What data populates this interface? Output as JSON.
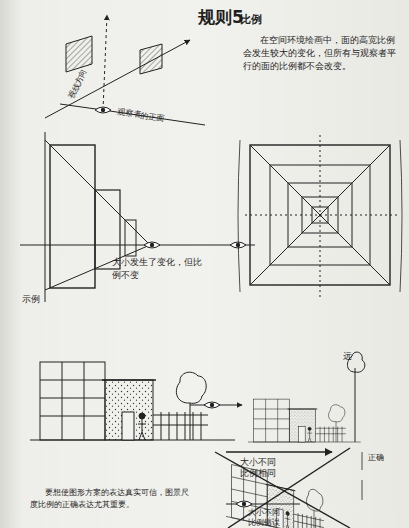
{
  "diagram": {
    "title": "规则5",
    "labels": [
      "比例",
      "在空间环境绘画中，面的高宽比例会发生较大的变化，但所有与观察者平行的面的比例都不会改变。",
      "视线方向",
      "观察者的正面",
      "大小发生了变化，但比例不变",
      "示例",
      "远",
      "大小不同 比例相同",
      "要想使图形方案的表达真实可信，图景尺度比例的正确表达尤其重要。",
      "大小不同 比例错误",
      "正确"
    ]
  }
}
